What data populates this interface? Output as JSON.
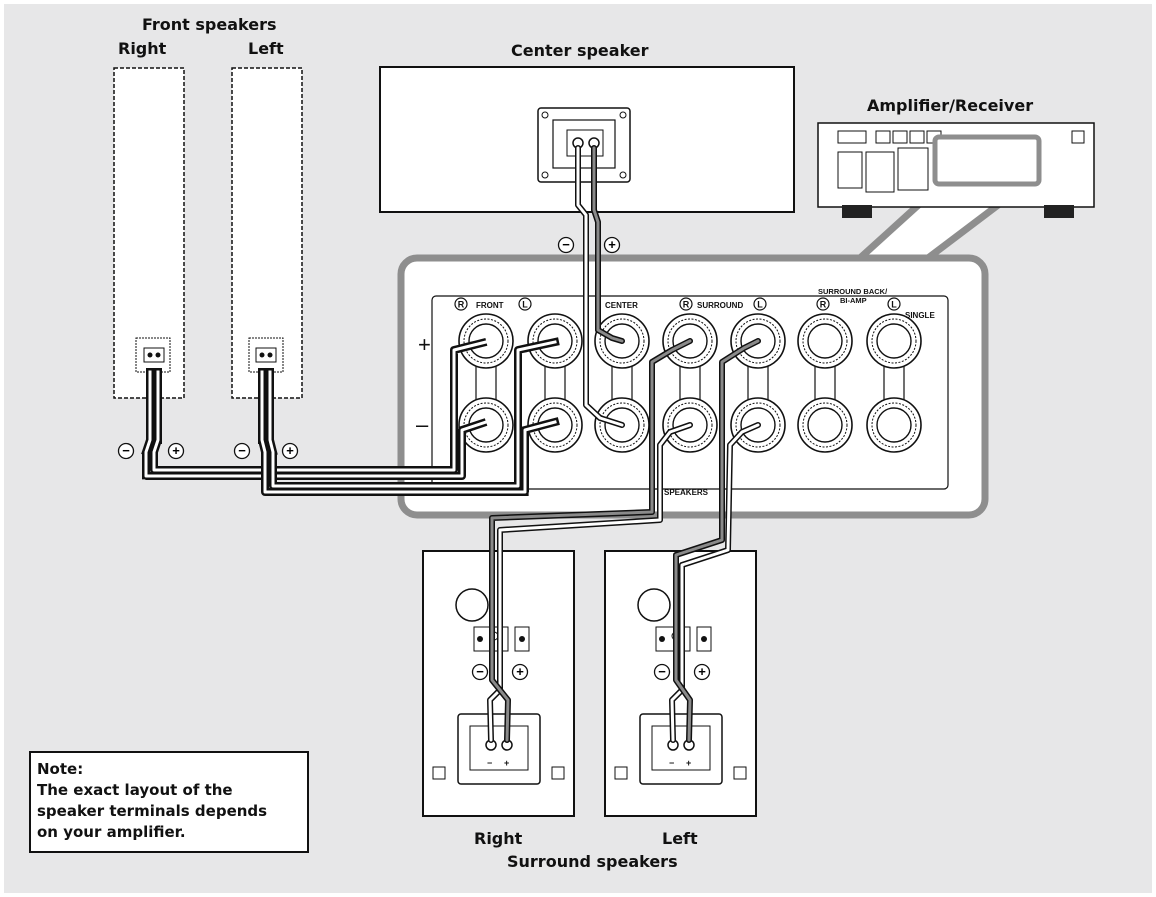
{
  "labels": {
    "front_speakers": "Front speakers",
    "front_right": "Right",
    "front_left": "Left",
    "center_speaker": "Center speaker",
    "amplifier": "Amplifier/Receiver",
    "surround_right": "Right",
    "surround_left": "Left",
    "surround_speakers": "Surround speakers"
  },
  "panel": {
    "plus": "+",
    "minus": "–",
    "front": "FRONT",
    "center": "CENTER",
    "surround": "SURROUND",
    "surround_back_1": "SURROUND BACK/",
    "surround_back_2": "BI-AMP",
    "single": "SINGLE",
    "speakers": "SPEAKERS",
    "R": "R",
    "L": "L"
  },
  "polarity": {
    "negative": "−",
    "positive": "+"
  },
  "note": {
    "line1": "Note:",
    "line2": "The exact layout of the",
    "line3": "speaker terminals depends",
    "line4": "on your amplifier."
  }
}
